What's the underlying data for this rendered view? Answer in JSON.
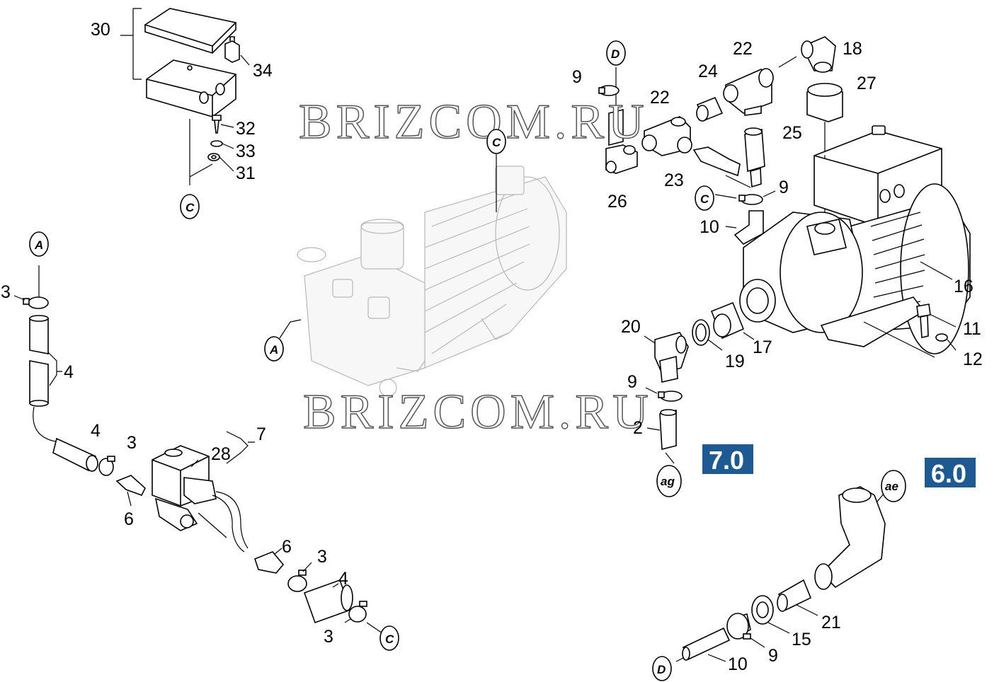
{
  "watermarks": [
    "BRIZCOM.RU",
    "BRIZCOM.RU"
  ],
  "badges": {
    "b70": "7.0",
    "b60": "6.0"
  },
  "refs": {
    "A_top": "A",
    "A_mid": "A",
    "C_junction": "C",
    "C_pump": "C",
    "C_hose": "C",
    "C_bottom": "C",
    "D_top": "D",
    "D_bottom": "D",
    "ag": "ag",
    "ae": "ae"
  },
  "labels": {
    "p30": "30",
    "p34": "34",
    "p32": "32",
    "p33": "33",
    "p31": "31",
    "p9a": "9",
    "p22a": "22",
    "p24": "24",
    "p22b": "22",
    "p18": "18",
    "p27": "27",
    "p25": "25",
    "p23": "23",
    "p9b": "9",
    "p26": "26",
    "p10a": "10",
    "p16": "16",
    "p3a": "3",
    "p4a": "4",
    "p20": "20",
    "p17": "17",
    "p19": "19",
    "p11": "11",
    "p12": "12",
    "p9c": "9",
    "p2": "2",
    "p4b": "4",
    "p3b": "3",
    "p7": "7",
    "p28": "28",
    "p6a": "6",
    "p6b": "6",
    "p3c": "3",
    "p4c": "4",
    "p3d": "3",
    "p21": "21",
    "p15": "15",
    "p9d": "9",
    "p10b": "10"
  }
}
